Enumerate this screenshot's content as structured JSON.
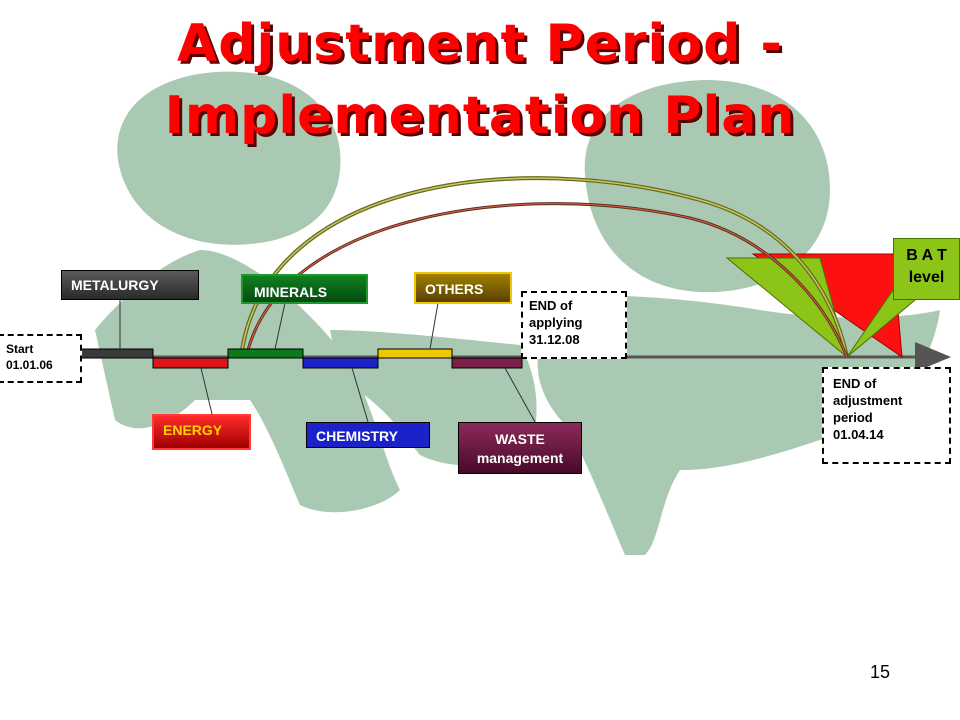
{
  "title_line1": "Adjustment Period -",
  "title_line2": "Implementation Plan",
  "page_number": "15",
  "sectors": {
    "metalurgy": "METALURGY",
    "energy": "ENERGY",
    "minerals": "MINERALS",
    "chemistry": "CHEMISTRY",
    "others": "OTHERS",
    "waste_line1": "WASTE",
    "waste_line2": "management"
  },
  "start": {
    "line1": "Start",
    "line2": "01.01.06"
  },
  "end_applying": {
    "line1": "END of",
    "line2": "applying",
    "line3": "31.12.08"
  },
  "end_adjustment": {
    "line1": "END of",
    "line2": "adjustment",
    "line3": "period",
    "line4": "01.04.14"
  },
  "bat": {
    "line1": "B A T",
    "line2": "level"
  },
  "colors": {
    "title": "#ff0000",
    "background_figure": "#a9c9b2",
    "metalurgy": "#3a3a3a",
    "energy": "#d81818",
    "minerals": "#0a7a1a",
    "chemistry": "#1a22c8",
    "others": "#f0c800",
    "waste": "#7a2048",
    "bat_green": "#8cc418"
  }
}
